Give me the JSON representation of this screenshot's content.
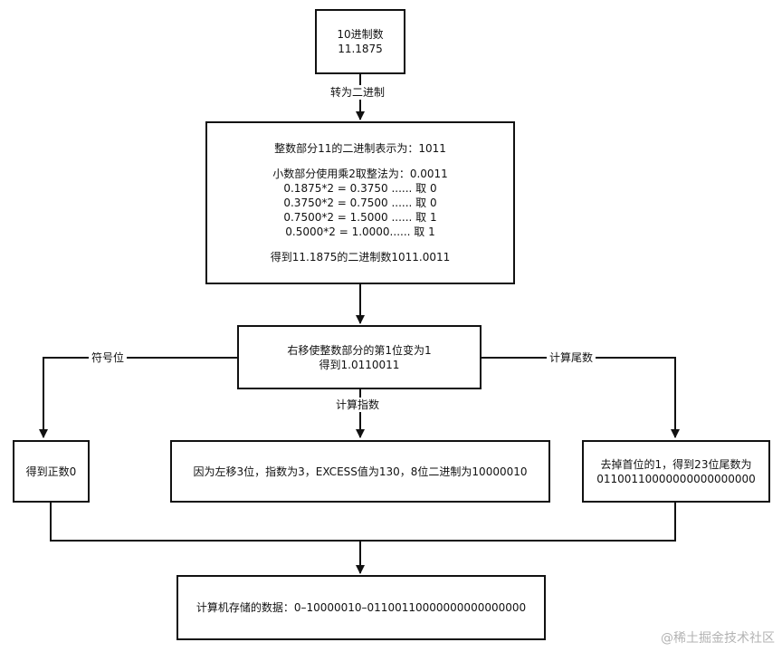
{
  "nodes": {
    "decimal": {
      "lines": [
        "10进制数",
        "11.1875"
      ]
    },
    "conversion": {
      "integer_line": "整数部分11的二进制表示为：1011",
      "fraction_title": "小数部分使用乘2取整法为：0.0011",
      "steps": [
        "0.1875*2 = 0.3750 ...... 取 0",
        "0.3750*2 = 0.7500 ...... 取 0",
        "0.7500*2 = 1.5000 ...... 取 1",
        "0.5000*2 = 1.0000...... 取 1"
      ],
      "result_line": "得到11.1875的二进制数1011.0011"
    },
    "normalize": {
      "lines": [
        "右移使整数部分的第1位变为1",
        "得到1.0110011"
      ]
    },
    "sign": {
      "text": "得到正数0"
    },
    "exponent": {
      "text": "因为左移3位，指数为3，EXCESS值为130，8位二进制为10000010"
    },
    "mantissa": {
      "lines": [
        "去掉首位的1，得到23位尾数为",
        "01100110000000000000000"
      ]
    },
    "storage": {
      "text": "计算机存储的数据：0–10000010–01100110000000000000000"
    }
  },
  "edges": {
    "to_binary": "转为二进制",
    "sign_bit": "符号位",
    "compute_exponent": "计算指数",
    "compute_mantissa": "计算尾数"
  },
  "watermark": "@稀土掘金技术社区"
}
